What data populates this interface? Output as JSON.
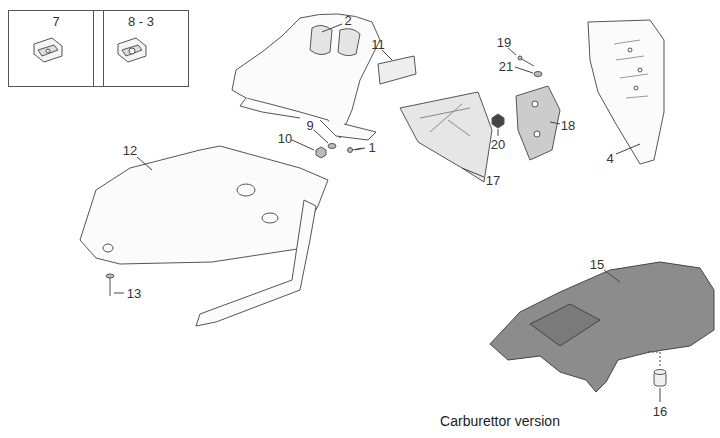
{
  "diagram": {
    "nodes": [
      {
        "text": [
          "7"
        ]
      },
      {
        "text": [
          "8 - 3"
        ]
      }
    ],
    "labels": [
      "2",
      "11",
      "19",
      "21",
      "18",
      "20",
      "4",
      "12",
      "10",
      "9",
      "1",
      "17",
      "15",
      "13",
      "16",
      "Carburettor version"
    ]
  }
}
